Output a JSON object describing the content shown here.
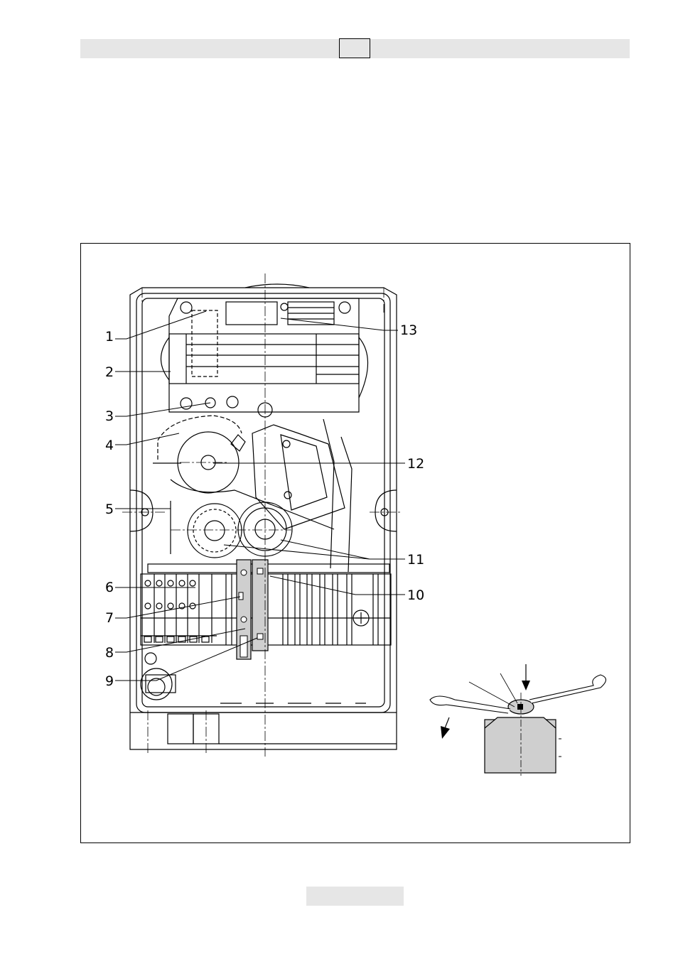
{
  "diagram": {
    "callouts": [
      {
        "id": "1",
        "label": "1"
      },
      {
        "id": "2",
        "label": "2"
      },
      {
        "id": "3",
        "label": "3"
      },
      {
        "id": "4",
        "label": "4"
      },
      {
        "id": "5",
        "label": "5"
      },
      {
        "id": "6",
        "label": "6"
      },
      {
        "id": "7",
        "label": "7"
      },
      {
        "id": "8",
        "label": "8"
      },
      {
        "id": "9",
        "label": "9"
      },
      {
        "id": "10",
        "label": "10"
      },
      {
        "id": "11",
        "label": "11"
      },
      {
        "id": "12",
        "label": "12"
      },
      {
        "id": "13",
        "label": "13"
      }
    ]
  },
  "colors": {
    "line": "#000000",
    "fill_gray": "#cfcfcf",
    "header_gray": "#e6e6e6"
  }
}
